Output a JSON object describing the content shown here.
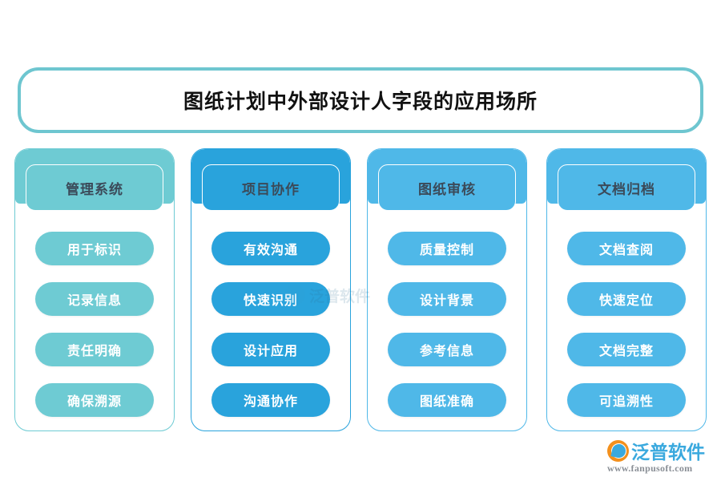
{
  "header": {
    "title": "图纸计划中外部设计人字段的应用场所"
  },
  "theme": {
    "title_border": "#6ec6d0",
    "title_text": "#111111",
    "header_text": "#3b4a59",
    "item_text": "#ffffff",
    "page_background": "#ffffff"
  },
  "columns": [
    {
      "id": "management-system",
      "header": "管理系统",
      "accent": "#6ecbd3",
      "items": [
        {
          "label": "用于标识"
        },
        {
          "label": "记录信息"
        },
        {
          "label": "责任明确"
        },
        {
          "label": "确保溯源"
        }
      ]
    },
    {
      "id": "project-collaboration",
      "header": "项目协作",
      "accent": "#29a3dc",
      "items": [
        {
          "label": "有效沟通"
        },
        {
          "label": "快速识别"
        },
        {
          "label": "设计应用"
        },
        {
          "label": "沟通协作"
        }
      ]
    },
    {
      "id": "drawing-review",
      "header": "图纸审核",
      "accent": "#4fb8e8",
      "items": [
        {
          "label": "质量控制"
        },
        {
          "label": "设计背景"
        },
        {
          "label": "参考信息"
        },
        {
          "label": "图纸准确"
        }
      ]
    },
    {
      "id": "document-archiving",
      "header": "文档归档",
      "accent": "#4fb8e8",
      "items": [
        {
          "label": "文档查阅"
        },
        {
          "label": "快速定位"
        },
        {
          "label": "文档完整"
        },
        {
          "label": "可追溯性"
        }
      ]
    }
  ],
  "watermark": {
    "text": "泛普软件"
  },
  "logo": {
    "name": "泛普软件",
    "url": "www.fanpusoft.com",
    "brand_color": "#3aa9de",
    "mark_color": "#f3901d"
  }
}
